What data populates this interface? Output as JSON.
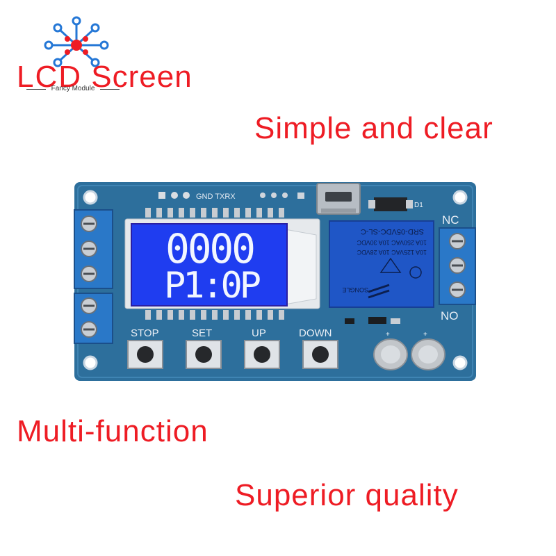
{
  "headlines": {
    "lcd_part": "LCD",
    "screen_part": "Screen",
    "simple": "Simple and clear",
    "multi": "Multi-function",
    "quality": "Superior quality"
  },
  "brand": {
    "name": "Fancy Module"
  },
  "board": {
    "header_label": "GND TXRX",
    "nc_label": "NC",
    "no_label": "NO",
    "d1_label": "D1",
    "buttons": [
      "STOP",
      "SET",
      "UP",
      "DOWN"
    ],
    "lcd_line1": "0000",
    "lcd_line2": "P1:0P",
    "relay_lines": [
      "SRD-05VDC-SL-C",
      "10A 250VAC 10A 30VDC",
      "10A 125VAC 10A 28VDC",
      "SONGLE"
    ]
  },
  "colors": {
    "headline": "#ee1c24",
    "pcb": "#2d6f9c",
    "lcd": "#1f3df0",
    "relay": "#1f56c6",
    "terminal": "#2a78c8"
  }
}
